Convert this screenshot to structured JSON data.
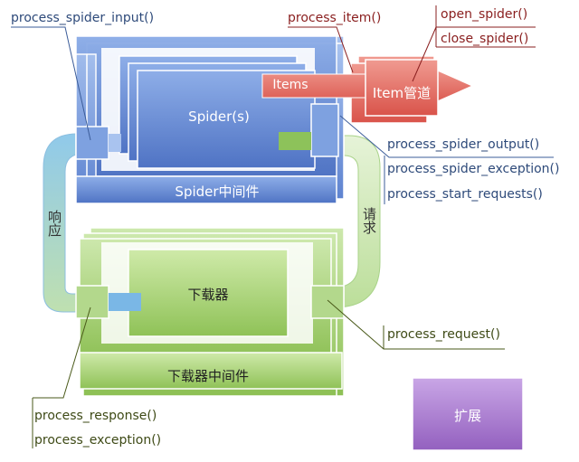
{
  "spider_mw": {
    "title": "Spider中间件",
    "spider_label": "Spider(s)",
    "items_label": "Items",
    "hooks": {
      "input": "process_spider_input()",
      "output": "process_spider_output()",
      "exception": "process_spider_exception()",
      "start_requests": "process_start_requests()"
    }
  },
  "item_pipeline": {
    "title": "Item管道",
    "hooks": {
      "process_item": "process_item()",
      "open_spider": "open_spider()",
      "close_spider": "close_spider()"
    }
  },
  "downloader_mw": {
    "title": "下载器中间件",
    "downloader_label": "下载器",
    "hooks": {
      "request": "process_request()",
      "response": "process_response()",
      "exception": "process_exception()"
    }
  },
  "flows": {
    "response": "响应",
    "request": "请求"
  },
  "extension": {
    "label": "扩展"
  },
  "colors": {
    "blue": "#5f86d4",
    "blue_light": "#a9c3ef",
    "green": "#9fcd6c",
    "green_light": "#d3ecb8",
    "red": "#e2665d",
    "purple": "#a679c9"
  }
}
